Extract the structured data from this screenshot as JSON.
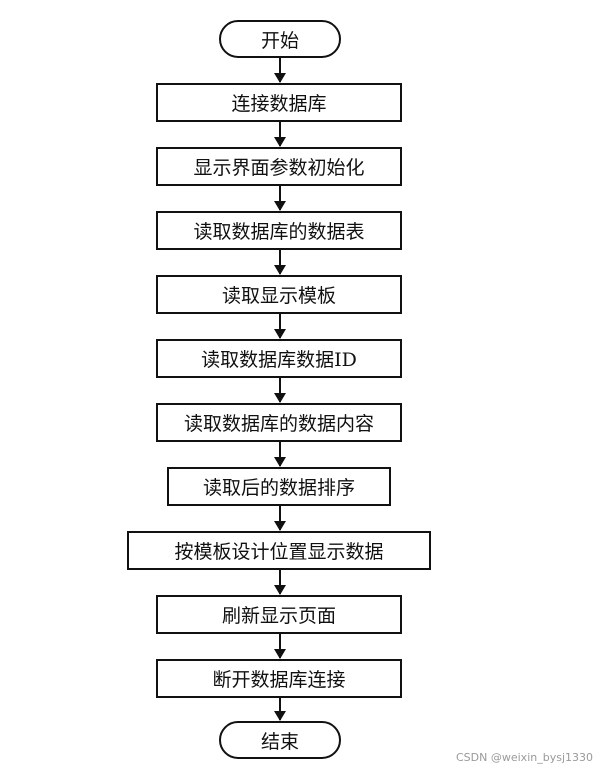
{
  "flowchart": {
    "start": "开始",
    "steps": [
      "连接数据库",
      "显示界面参数初始化",
      "读取数据库的数据表",
      "读取显示模板",
      "读取数据库数据ID",
      "读取数据库的数据内容",
      "读取后的数据排序",
      "按模板设计位置显示数据",
      "刷新显示页面",
      "断开数据库连接"
    ],
    "end": "结束"
  },
  "watermark": "CSDN @weixin_bysj1330"
}
